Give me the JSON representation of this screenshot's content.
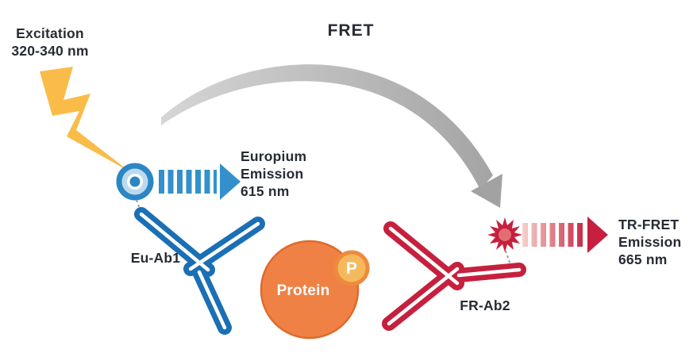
{
  "labels": {
    "excitation_line1": "Excitation",
    "excitation_line2": "320-340 nm",
    "fret": "FRET",
    "europium_line1": "Europium",
    "europium_line2": "Emission",
    "europium_line3": "615 nm",
    "eu_ab1": "Eu-Ab1",
    "protein": "Protein",
    "phospho": "P",
    "fr_ab2": "FR-Ab2",
    "trfret_line1": "TR-FRET",
    "trfret_line2": "Emission",
    "trfret_line3": "665 nm"
  },
  "colors": {
    "donor_blue": "#2b86c4",
    "antibody_blue": "#1b6fb4",
    "emission_blue": "#3390cc",
    "acceptor_red": "#c6203e",
    "acceptor_center_red": "#e26e74",
    "protein_orange": "#f08144",
    "phospho_fill": "#f5b95d",
    "phospho_ring": "#ee8a3e",
    "bolt_yellow": "#f9bc49",
    "fret_gray": "#a2a2a2",
    "text_dark": "#272c35"
  }
}
